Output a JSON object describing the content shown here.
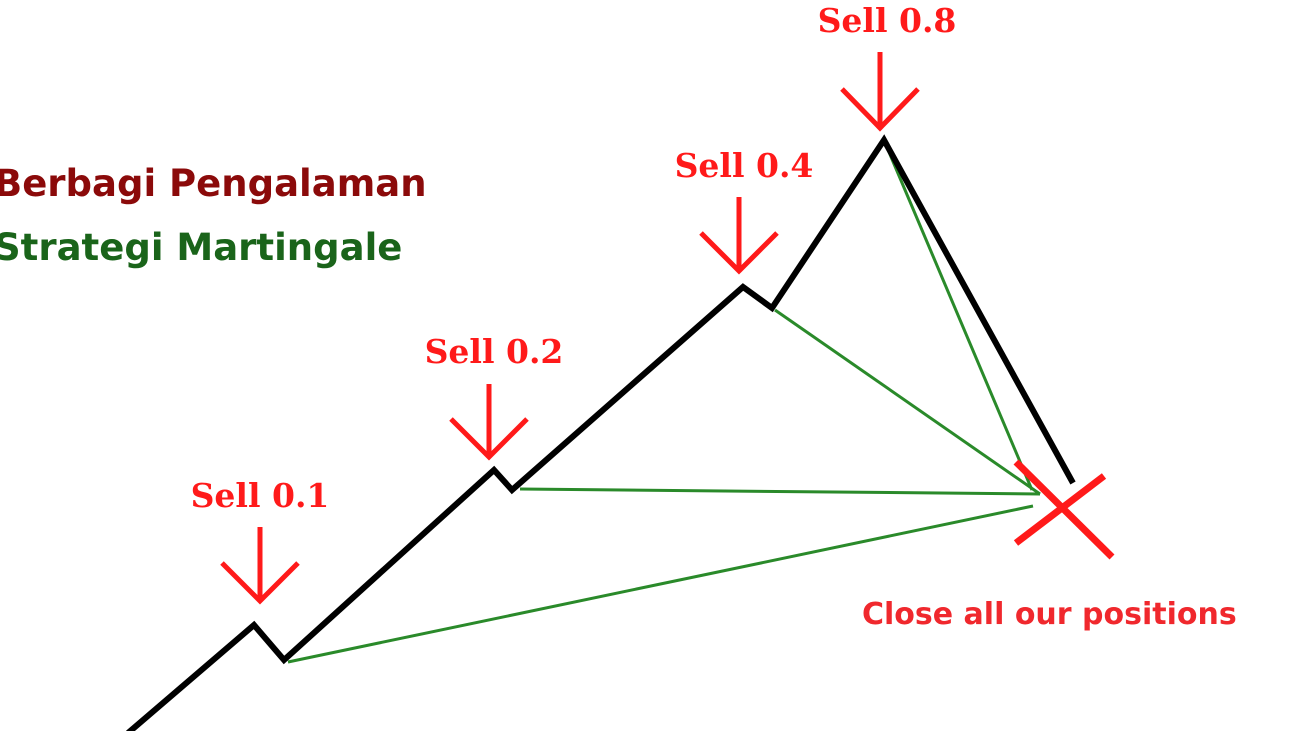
{
  "title": {
    "line1": "Berbagi Pengalaman",
    "line2": "Strategi Martingale"
  },
  "sell_labels": [
    "Sell 0.1",
    "Sell 0.2",
    "Sell 0.4",
    "Sell 0.8"
  ],
  "close_label": "Close all our positions",
  "icons": {
    "sell_marker": "arrow-down-icon",
    "close_marker": "x-cross-icon"
  },
  "colors": {
    "price_line": "#000000",
    "position_line": "#2a8a2a",
    "sell_marker": "#ff1a1a",
    "title_line1": "#8b0000",
    "title_line2": "#1a641a",
    "close_label": "#f0282d"
  }
}
